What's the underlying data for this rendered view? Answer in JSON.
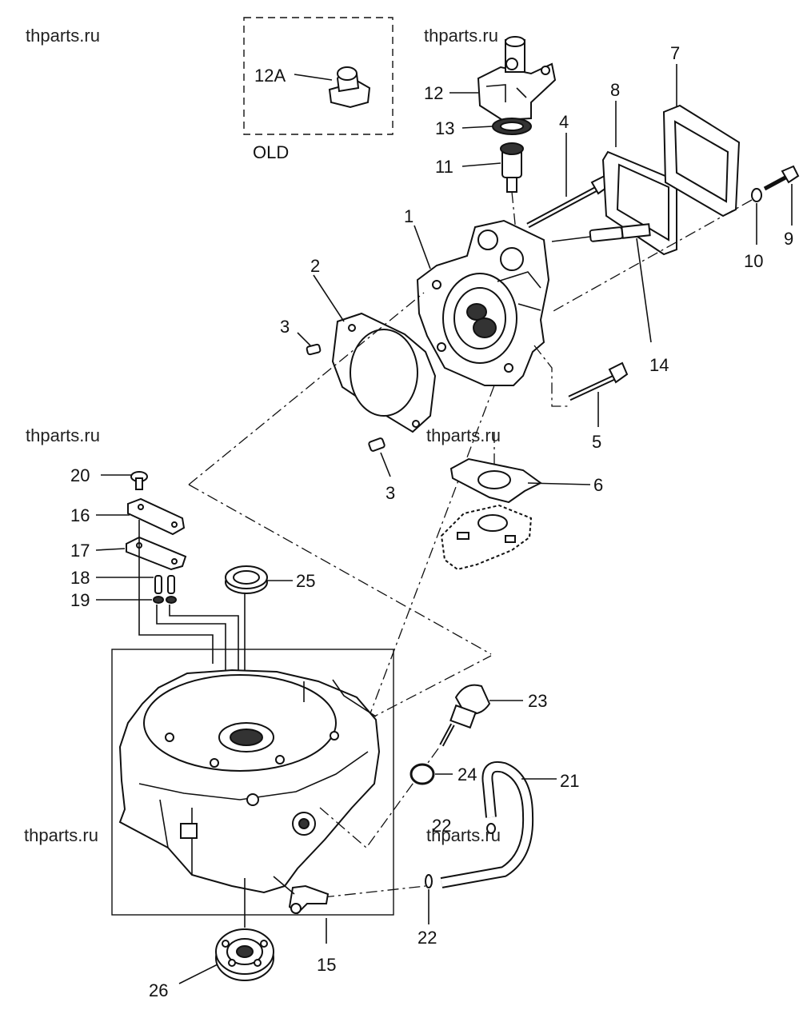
{
  "watermarks": [
    "thparts.ru",
    "thparts.ru",
    "thparts.ru",
    "thparts.ru",
    "thparts.ru",
    "thparts.ru"
  ],
  "old_box_label": "OLD",
  "callouts": {
    "c1": "1",
    "c2": "2",
    "c3a": "3",
    "c3b": "3",
    "c4": "4",
    "c5": "5",
    "c6": "6",
    "c7": "7",
    "c8": "8",
    "c9": "9",
    "c10": "10",
    "c11": "11",
    "c12": "12",
    "c12a": "12A",
    "c13": "13",
    "c14": "14",
    "c15": "15",
    "c16": "16",
    "c17": "17",
    "c18": "18",
    "c19": "19",
    "c20": "20",
    "c21": "21",
    "c22a": "22",
    "c22b": "22",
    "c23": "23",
    "c24": "24",
    "c25": "25",
    "c26": "26"
  }
}
